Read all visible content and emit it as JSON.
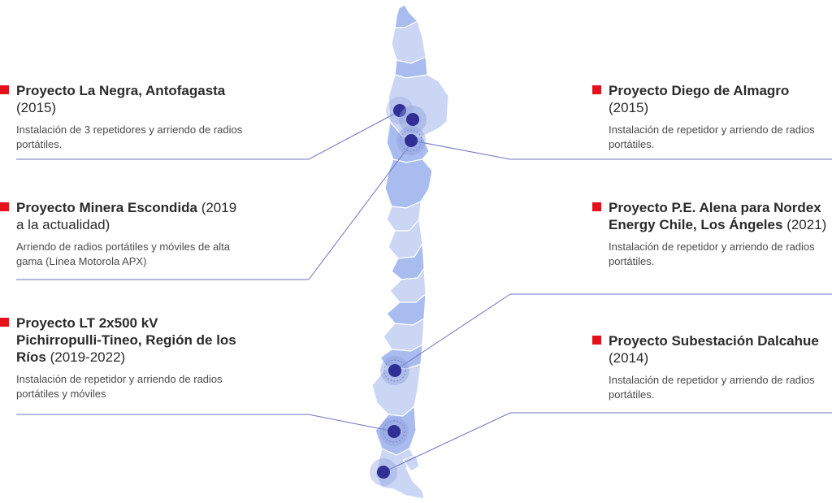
{
  "projects": [
    {
      "name": "Proyecto La Negra, Antofagasta",
      "year": "(2015)",
      "desc": "Instalación de 3 repetidores y arriendo de radios portátiles."
    },
    {
      "name": "Proyecto Minera Escondida",
      "year": "(2019 a la actualidad)",
      "desc": "Arriendo de radios portátiles y móviles de alta gama (Línea Motorola APX)"
    },
    {
      "name": "Proyecto LT 2x500 kV Pichirropulli-Tineo, Región de los Ríos",
      "year": "(2019-2022)",
      "desc": "Instalación de repetidor y arriendo de radios portátiles y móviles"
    },
    {
      "name": "Proyecto Diego de Almagro",
      "year": "(2015)",
      "desc": "Instalación de repetidor y arriendo de radios portátiles."
    },
    {
      "name": "Proyecto P.E. Alena para Nordex Energy Chile, Los Ángeles",
      "year": "(2021)",
      "desc": "Instalación de repetidor y arriendo de radios portátiles."
    },
    {
      "name": "Proyecto Subestación Dalcahue",
      "year": "(2014)",
      "desc": "Instalación de repetidor y arriendo de radios portátiles."
    }
  ],
  "colors": {
    "accent": "#e4111b",
    "map_light": "#cbd6f5",
    "map_dark": "#a9bcef",
    "dot": "#2f2f96",
    "line": "#6f72c2"
  },
  "icons": [
    "square-bullet-icon",
    "location-dot-icon"
  ]
}
